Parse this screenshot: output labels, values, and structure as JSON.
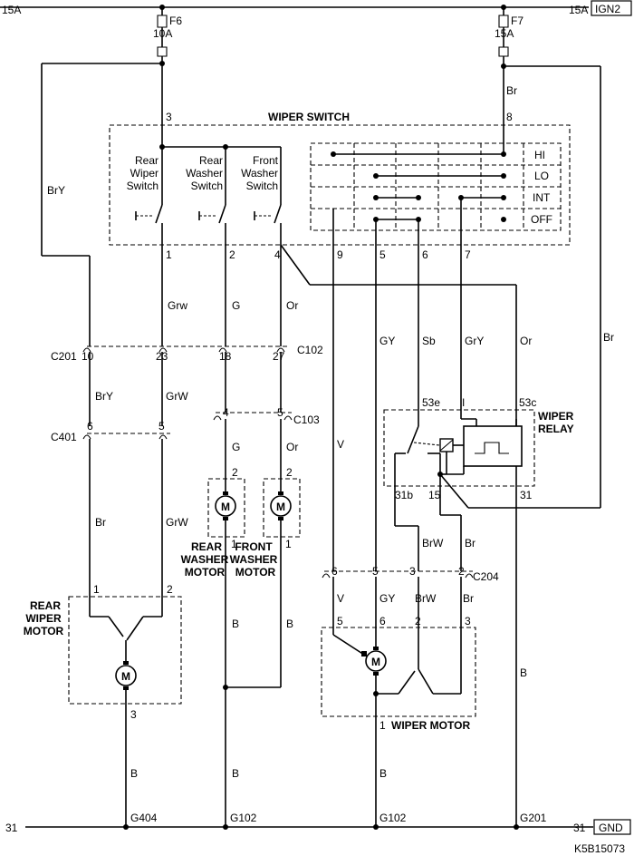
{
  "rails": {
    "top_left": "15A",
    "top_right": "15A",
    "top_right_box": "IGN2",
    "bottom_left": "31",
    "bottom_right": "31",
    "bottom_right_box": "GND"
  },
  "fuses": {
    "f6_name": "F6",
    "f6_rating": "10A",
    "f7_name": "F7",
    "f7_rating": "15A"
  },
  "wiper_switch": {
    "title": "WIPER SWITCH",
    "pin_3": "3",
    "pin_8": "8",
    "pins_bottom": [
      "1",
      "2",
      "4",
      "9",
      "5",
      "6",
      "7"
    ],
    "rear_wiper_lines": [
      "Rear",
      "Wiper",
      "Switch"
    ],
    "rear_washer_lines": [
      "Rear",
      "Washer",
      "Switch"
    ],
    "front_washer_lines": [
      "Front",
      "Washer",
      "Switch"
    ],
    "positions": [
      "HI",
      "LO",
      "INT",
      "OFF"
    ]
  },
  "wires": {
    "bry_left": "BrY",
    "br_f7": "Br",
    "grw_1": "Grw",
    "g_2": "G",
    "or_4": "Or",
    "gy_5": "GY",
    "sb_6": "Sb",
    "gry_7": "GrY",
    "v_9": "V",
    "or_rt": "Or",
    "br_rt": "Br",
    "bry_c201": "BrY",
    "grw_c201": "GrW",
    "g_c103": "G",
    "or_c103": "Or",
    "br_c401": "Br",
    "grw_c401": "GrW",
    "brw_relay": "BrW",
    "br_relay": "Br",
    "v_c204": "V",
    "gy_c204": "GY",
    "brw_c204": "BrW",
    "br_c204": "Br",
    "b_rwm": "B",
    "b_rwashm": "B",
    "b_fwashm": "B",
    "b_g102": "B",
    "b_g102_wm": "B",
    "b_g201": "B"
  },
  "connectors": {
    "c201": "C201",
    "c201_pins": [
      "10",
      "23"
    ],
    "c102": "C102",
    "c102_pins": [
      "18",
      "27"
    ],
    "c103": "C103",
    "c103_pins": [
      "4",
      "5"
    ],
    "c401": "C401",
    "c401_pins": [
      "6",
      "5"
    ],
    "c204": "C204",
    "c204_pins": [
      "6",
      "5",
      "3",
      "2"
    ]
  },
  "wiper_relay": {
    "title_lines": [
      "WIPER",
      "RELAY"
    ],
    "pin_53e": "53e",
    "pin_i": "I",
    "pin_53c": "53c",
    "pin_31b": "31b",
    "pin_15": "15",
    "pin_31": "31"
  },
  "washer_motors": {
    "rear_lines": [
      "REAR",
      "WASHER",
      "MOTOR"
    ],
    "front_lines": [
      "FRONT",
      "WASHER",
      "MOTOR"
    ],
    "rear_pin_top": "2",
    "rear_pin_bot": "1",
    "front_pin_top": "2",
    "front_pin_bot": "1",
    "symbol": "M"
  },
  "rear_wiper_motor": {
    "label_lines": [
      "REAR",
      "WIPER",
      "MOTOR"
    ],
    "pin_1": "1",
    "pin_2": "2",
    "pin_3": "3",
    "symbol": "M"
  },
  "wiper_motor": {
    "label": "WIPER MOTOR",
    "pin_5": "5",
    "pin_6": "6",
    "pin_2": "2",
    "pin_3": "3",
    "pin_1": "1",
    "symbol": "M"
  },
  "grounds": {
    "g404": "G404",
    "g102a": "G102",
    "g102b": "G102",
    "g201": "G201"
  },
  "diagram_code": "K5B15073"
}
